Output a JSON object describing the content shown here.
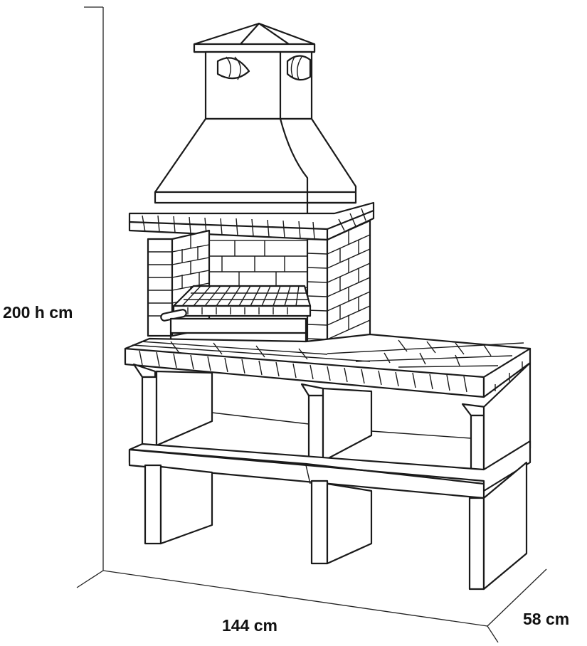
{
  "dimensions": {
    "height_label": "200 h cm",
    "width_label": "144 cm",
    "depth_label": "58 cm"
  },
  "colors": {
    "line": "#1a1a1a",
    "background": "#ffffff"
  }
}
